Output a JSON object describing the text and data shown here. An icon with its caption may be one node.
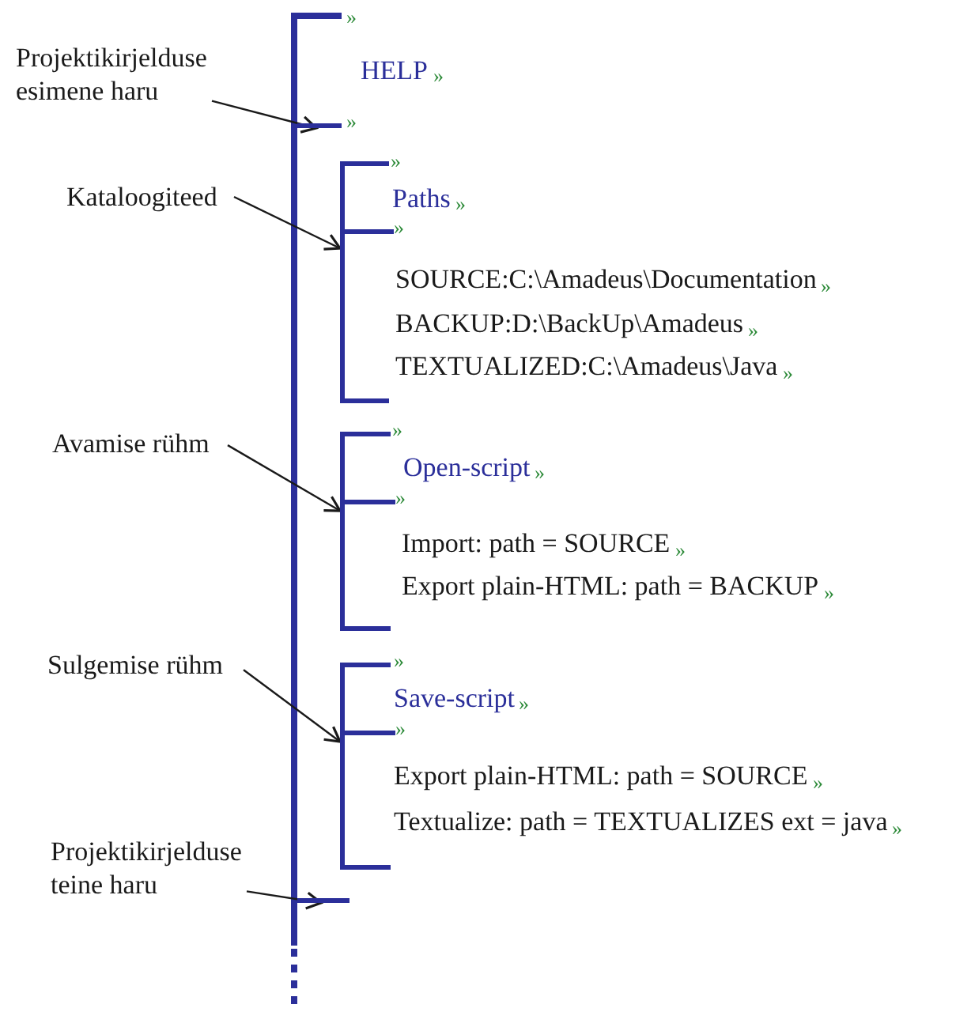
{
  "diagram": {
    "nodes": [
      {
        "text": [
          "Projektikirjelduse esimene haru"
        ]
      },
      {
        "text": [
          "Kataloogiteed"
        ]
      },
      {
        "text": [
          "Avamise rühm"
        ]
      },
      {
        "text": [
          "Sulgemise rühm"
        ]
      },
      {
        "text": [
          "Projektikirjelduse teine haru"
        ]
      },
      {
        "text": [],
        "shape": "bar"
      },
      {
        "text": [],
        "shape": "bracket"
      },
      {
        "text": [],
        "shape": "bracket"
      },
      {
        "text": [],
        "shape": "bracket"
      },
      {
        "text": [],
        "shape": "bar"
      }
    ],
    "edges": [
      {
        "from": 0,
        "to": 5,
        "arrow": "to"
      },
      {
        "from": 1,
        "to": 6,
        "arrow": "to"
      },
      {
        "from": 2,
        "to": 7,
        "arrow": "to"
      },
      {
        "from": 3,
        "to": 8,
        "arrow": "to"
      },
      {
        "from": 4,
        "to": 9,
        "arrow": "to"
      }
    ],
    "labels": [
      "»",
      "HELP",
      "»",
      "»",
      "»",
      "Paths",
      "»",
      "»",
      "SOURCE:C:\\Amadeus\\Documentation",
      "»",
      "BACKUP:D:\\BackUp\\Amadeus",
      "»",
      "TEXTUALIZED:C:\\Amadeus\\Java",
      "»",
      "»",
      "Open-script",
      "»",
      "»",
      "Import: path = SOURCE",
      "»",
      "Export plain-HTML: path = BACKUP",
      "»",
      "»",
      "Save-script",
      "»",
      "»",
      "Export plain-HTML: path = SOURCE",
      "»",
      "Textualize: path = TEXTUALIZES ext = java",
      "»"
    ]
  }
}
